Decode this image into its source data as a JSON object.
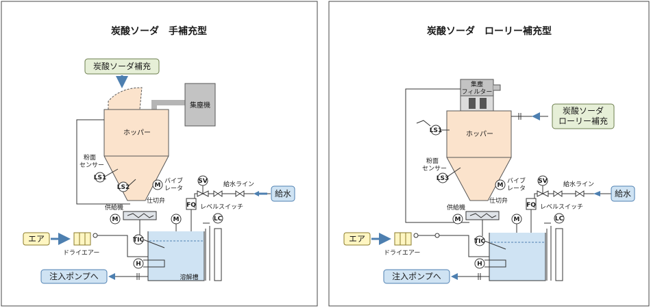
{
  "colors": {
    "hopper_fill": "#fbe3cc",
    "tank_fill": "#cfe3f3",
    "box_green": "#e6efd7",
    "box_yellow": "#fff6c2",
    "box_blue": "#cfe3f3",
    "arrow_blue": "#4d7fb0",
    "collector_gray": "#c3c3c3",
    "pipe_gray": "#b5b5b5"
  },
  "left_panel": {
    "title": "炭酸ソーダ　手補充型",
    "supply_box": "炭酸ソーダ補充",
    "collector": "集塵機",
    "hopper": "ホッパー",
    "powder_sensor_line1": "粉面",
    "powder_sensor_line2": "センサー",
    "ls1": "LS1",
    "ls2": "LS2",
    "motor": "M",
    "vibrator_line1": "バイブ",
    "vibrator_line2": "レータ",
    "feeder": "供給機",
    "shutoff_valve": "仕切弁",
    "sv": "SV",
    "water_line": "給水ライン",
    "water_supply": "給水",
    "fq": "FQ",
    "level_switch": "レベルスイッチ",
    "lc": "LC",
    "tic": "TIC",
    "heater": "H",
    "air": "エア",
    "dryer": "ドライエアー",
    "pump": "注入ポンプへ",
    "tank": "溶解槽"
  },
  "right_panel": {
    "title": "炭酸ソーダ　ローリー補充型",
    "filter_line1": "集塵",
    "filter_line2": "フィルター",
    "supply_line1": "炭酸ソーダ",
    "supply_line2": "ローリー補充",
    "hopper": "ホッパー",
    "powder_sensor_line1": "粉面",
    "powder_sensor_line2": "センサー",
    "ls1": "LS1",
    "ls3": "LS3",
    "motor": "M",
    "vibrator_line1": "バイブ",
    "vibrator_line2": "レータ",
    "feeder": "供給機",
    "shutoff_valve": "仕切弁",
    "sv": "SV",
    "water_line": "給水ライン",
    "water_supply": "給水",
    "fq": "FQ",
    "level_switch": "レベルスイッチ",
    "lc": "LC",
    "tic": "TIC",
    "heater": "H",
    "air": "エア",
    "dryer": "ドライエアー",
    "pump": "注入ポンプへ"
  }
}
